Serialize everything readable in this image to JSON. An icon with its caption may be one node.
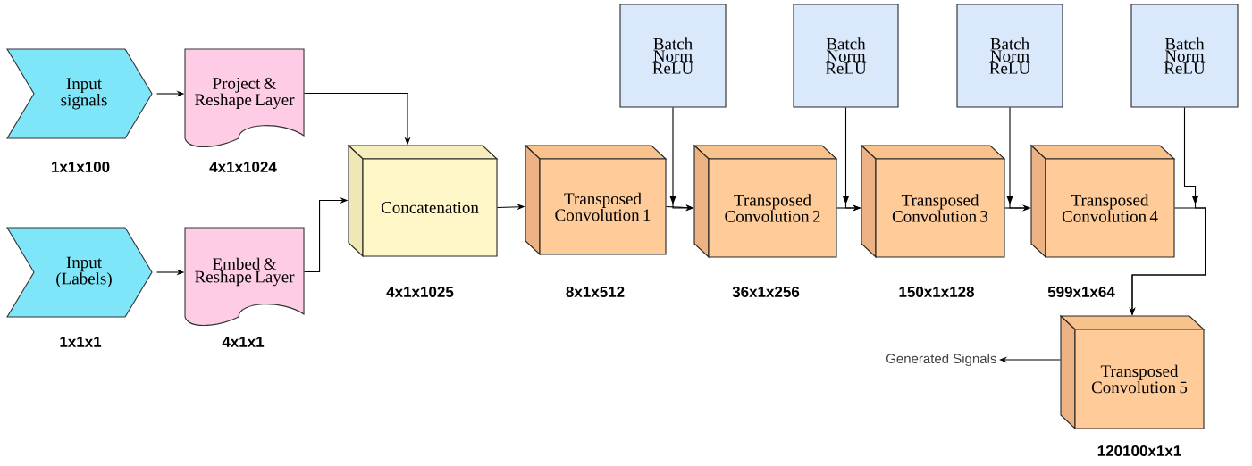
{
  "diagram": {
    "nodes": [
      {
        "text": [
          "Input signals"
        ],
        "beside": [
          "1x1x100"
        ]
      },
      {
        "text": [
          "Project & Reshape Layer"
        ],
        "beside": [
          "4x1x1024"
        ]
      },
      {
        "text": [
          "Input (Labels)"
        ],
        "beside": [
          "1x1x1"
        ]
      },
      {
        "text": [
          "Embed & Reshape Layer"
        ],
        "beside": [
          "4x1x1"
        ]
      },
      {
        "text": [
          "Concatenation"
        ],
        "beside": [
          "4x1x1025"
        ]
      },
      {
        "text": [
          "Transposed Convolution 1"
        ],
        "beside": [
          "8x1x512"
        ]
      },
      {
        "text": [
          "Batch Norm ReLU"
        ]
      },
      {
        "text": [
          "Transposed Convolution 2"
        ],
        "beside": [
          "36x1x256"
        ]
      },
      {
        "text": [
          "Batch Norm ReLU"
        ]
      },
      {
        "text": [
          "Transposed Convolution 3"
        ],
        "beside": [
          "150x1x128"
        ]
      },
      {
        "text": [
          "Batch Norm ReLU"
        ]
      },
      {
        "text": [
          "Transposed Convolution 4"
        ],
        "beside": [
          "599x1x64"
        ]
      },
      {
        "text": [
          "Batch Norm ReLU"
        ]
      },
      {
        "text": [
          "Transposed Convolution 5"
        ],
        "beside": [
          "120100x1x1"
        ]
      },
      {
        "text": [
          "Generated Signals"
        ]
      }
    ],
    "edges": [
      {
        "from": 0,
        "to": 1,
        "arrow": "to"
      },
      {
        "from": 2,
        "to": 3,
        "arrow": "to"
      },
      {
        "from": 1,
        "to": 4,
        "arrow": "to"
      },
      {
        "from": 3,
        "to": 4,
        "arrow": "to"
      },
      {
        "from": 4,
        "to": 5,
        "arrow": "to"
      },
      {
        "from": 5,
        "to": 7,
        "arrow": "to"
      },
      {
        "from": 6,
        "to": 7,
        "arrow": "to"
      },
      {
        "from": 7,
        "to": 9,
        "arrow": "to"
      },
      {
        "from": 8,
        "to": 9,
        "arrow": "to"
      },
      {
        "from": 9,
        "to": 11,
        "arrow": "to"
      },
      {
        "from": 10,
        "to": 11,
        "arrow": "to"
      },
      {
        "from": 11,
        "to": 13,
        "arrow": "to"
      },
      {
        "from": 12,
        "to": 13,
        "arrow": "to"
      },
      {
        "from": 13,
        "to": 14,
        "arrow": "to"
      }
    ]
  }
}
